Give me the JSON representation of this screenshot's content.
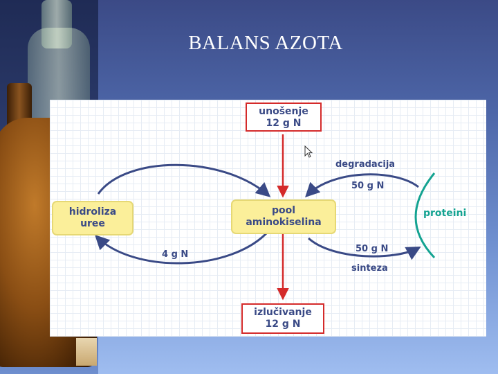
{
  "slide": {
    "title": "BALANS AZOTA"
  },
  "diagram": {
    "intake": {
      "line1": "unošenje",
      "line2": "12 g N"
    },
    "excretion": {
      "line1": "izlučivanje",
      "line2": "12 g N"
    },
    "pool": {
      "line1": "pool",
      "line2": "aminokiselina"
    },
    "hydrolysis": {
      "line1": "hidroliza",
      "line2": "uree"
    },
    "proteins": "proteini",
    "degradation_label": "degradacija",
    "degradation_amount": "50 g N",
    "synthesis_amount": "50 g N",
    "synthesis_label": "sinteza",
    "urea_amount": "4 g N"
  },
  "colors": {
    "arrow": "#3a4a86",
    "red_arrow": "#d42a2a",
    "protein_arc": "#14a391",
    "box_fill": "#fbef9a"
  }
}
